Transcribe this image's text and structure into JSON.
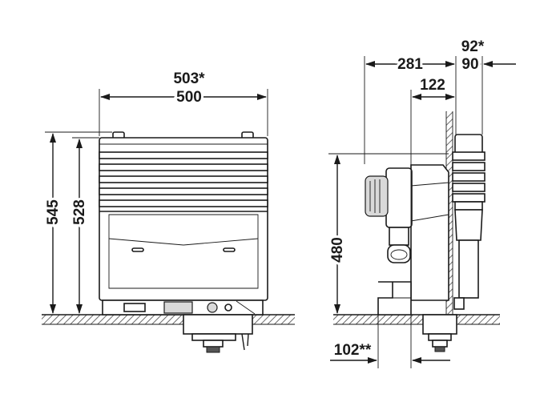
{
  "front_view": {
    "width_top": "503*",
    "width": "500",
    "height_outer": "545",
    "height_inner": "528"
  },
  "side_view": {
    "depth_total": "281",
    "depth_mid": "122",
    "offset_top": "92*",
    "offset": "90",
    "height": "480",
    "bottom_offset": "102**"
  },
  "colors": {
    "line": "#1a1a1a",
    "floor_hatch": "#bdbdbd"
  }
}
